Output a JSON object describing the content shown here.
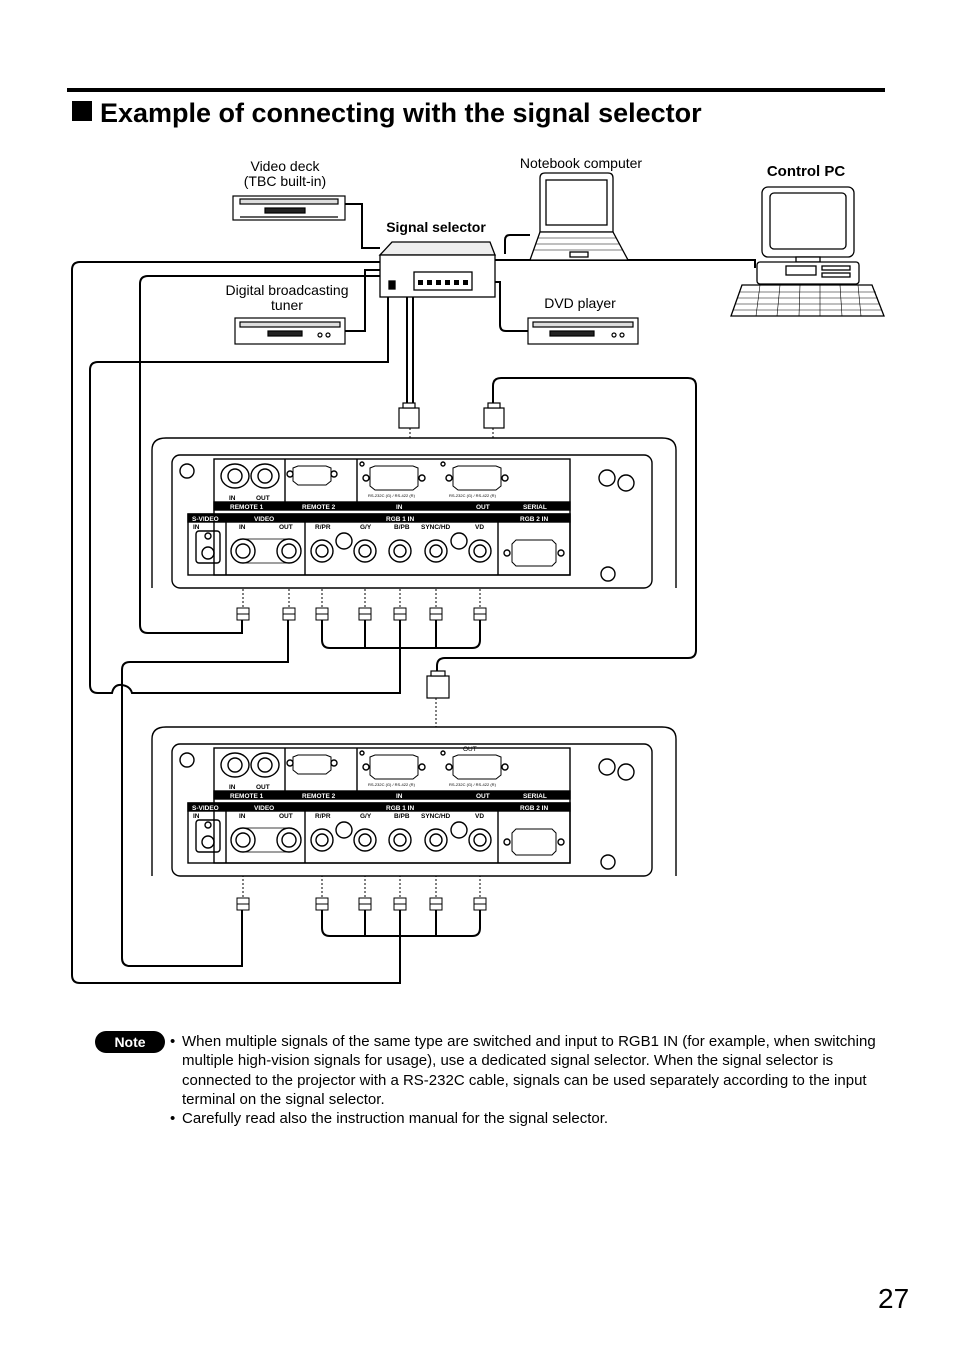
{
  "heading": "Example of connecting with the signal selector",
  "devices": {
    "video_deck_line1": "Video deck",
    "video_deck_line2": "(TBC built-in)",
    "notebook": "Notebook computer",
    "control_pc": "Control PC",
    "signal_selector": "Signal selector",
    "tuner_line1": "Digital broadcasting",
    "tuner_line2": "tuner",
    "dvd": "DVD player"
  },
  "panel": {
    "remote1": "REMOTE 1",
    "remote2": "REMOTE 2",
    "in": "IN",
    "out": "OUT",
    "serial": "SERIAL",
    "svideo": "S-VIDEO",
    "video": "VIDEO",
    "rgb1": "RGB 1 IN",
    "rgb2": "RGB 2 IN",
    "rpr": "R/PR",
    "gy": "G/Y",
    "bpb": "B/PB",
    "synchd": "SYNC/HD",
    "vd": "VD",
    "rs_caption": "RS-232C (G) / RS-422 (R)",
    "out_top": "OUT"
  },
  "note_label": "Note",
  "notes": [
    "When multiple signals of the same type are switched and input to RGB1 IN (for example, when switching multiple high-vision signals for usage), use a dedicated signal selector. When the signal selector is connected to the projector with a RS-232C cable, signals can be used separately according to the input terminal on the signal selector.",
    "Carefully read also the instruction manual for the signal selector."
  ],
  "page_number": "27"
}
